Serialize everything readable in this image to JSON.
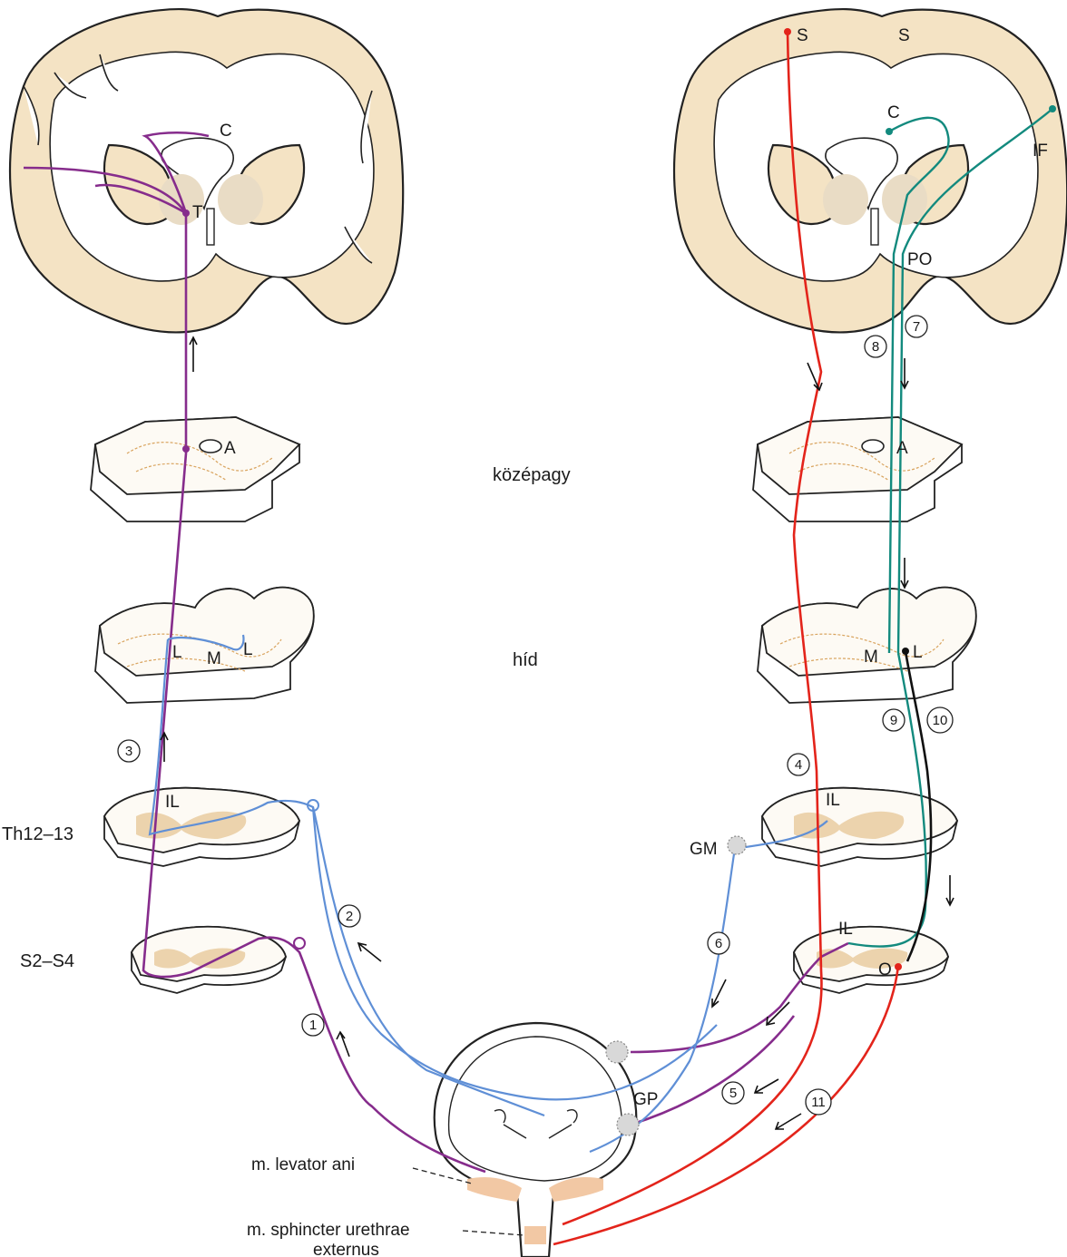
{
  "labels": {
    "left_brain_c": "C",
    "left_brain_t": "T",
    "right_brain_s1": "S",
    "right_brain_s2": "S",
    "right_brain_c": "C",
    "right_brain_if": "IF",
    "right_brain_po": "PO",
    "left_mid_a": "A",
    "right_mid_a": "A",
    "midbrain": "középagy",
    "pons": "híd",
    "left_pons_l1": "L",
    "left_pons_m": "M",
    "left_pons_l2": "L",
    "right_pons_m": "M",
    "right_pons_l": "L",
    "left_th_il": "IL",
    "right_th_il": "IL",
    "right_s_il": "IL",
    "right_s_o": "O",
    "th_level": "Th12–13",
    "s_level": "S2–S4",
    "gm": "GM",
    "gp": "GP",
    "levator": "m. levator ani",
    "sphincter_line1": "m. sphincter urethrae",
    "sphincter_line2": "externus"
  },
  "pathway_numbers": [
    "1",
    "2",
    "3",
    "4",
    "5",
    "6",
    "7",
    "8",
    "9",
    "10",
    "11"
  ],
  "colors": {
    "purple_pathway": "#862c8c",
    "blue_pathway": "#5f8fd6",
    "red_pathway": "#e3241b",
    "teal_pathway": "#138a7e",
    "black_pathway": "#111111",
    "gray_matter": "#ecd3ad",
    "cortex": "#f4e3c4"
  },
  "icons": {
    "arrow": "arrow-icon"
  }
}
